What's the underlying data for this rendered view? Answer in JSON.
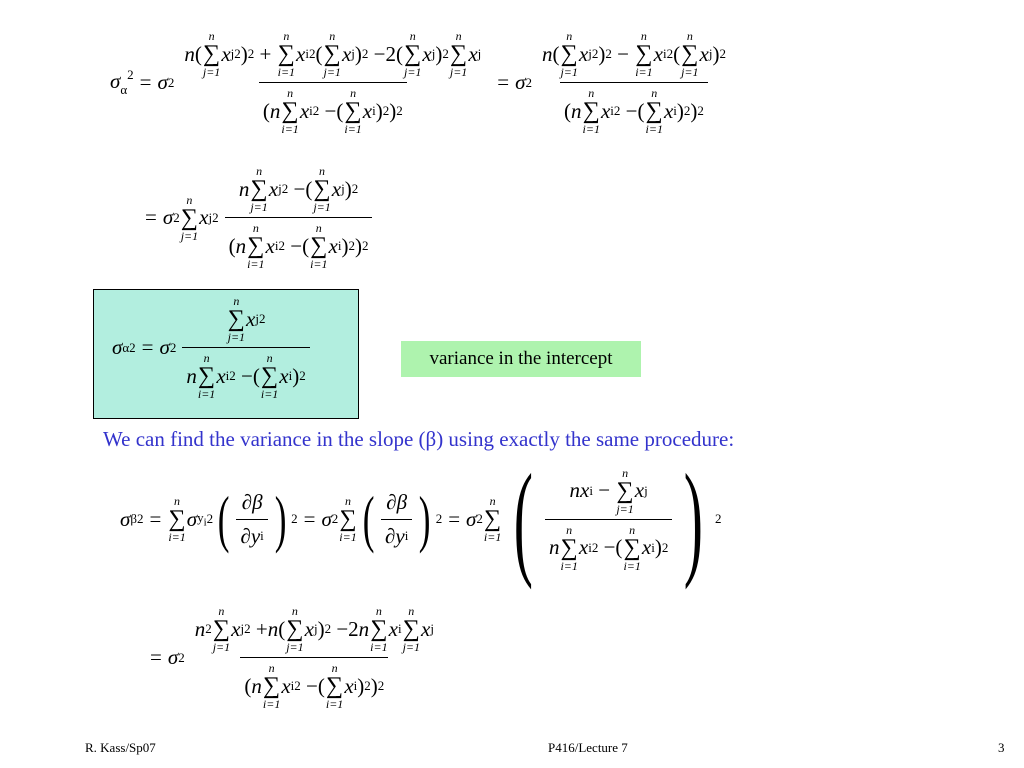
{
  "math": {
    "sigma": "σ",
    "alpha": "α",
    "beta": "β",
    "partial": "∂",
    "n": "n",
    "x": "x",
    "y": "y",
    "i": "i",
    "j": "j",
    "two": "2",
    "eq": "=",
    "plus": "+",
    "minus": "−",
    "i_eq_1": "i=1",
    "j_eq_1": "j=1"
  },
  "callout": {
    "label": "variance in the intercept"
  },
  "slope_text": {
    "line": "We can find the variance in the slope (β) using exactly the same procedure:"
  },
  "footer": {
    "left": "R. Kass/Sp07",
    "center": "P416/Lecture 7",
    "page": "3"
  },
  "colors": {
    "box_fill": "#b2eedf",
    "callout_fill": "#aef3ae",
    "slope_text": "#3333cc"
  }
}
